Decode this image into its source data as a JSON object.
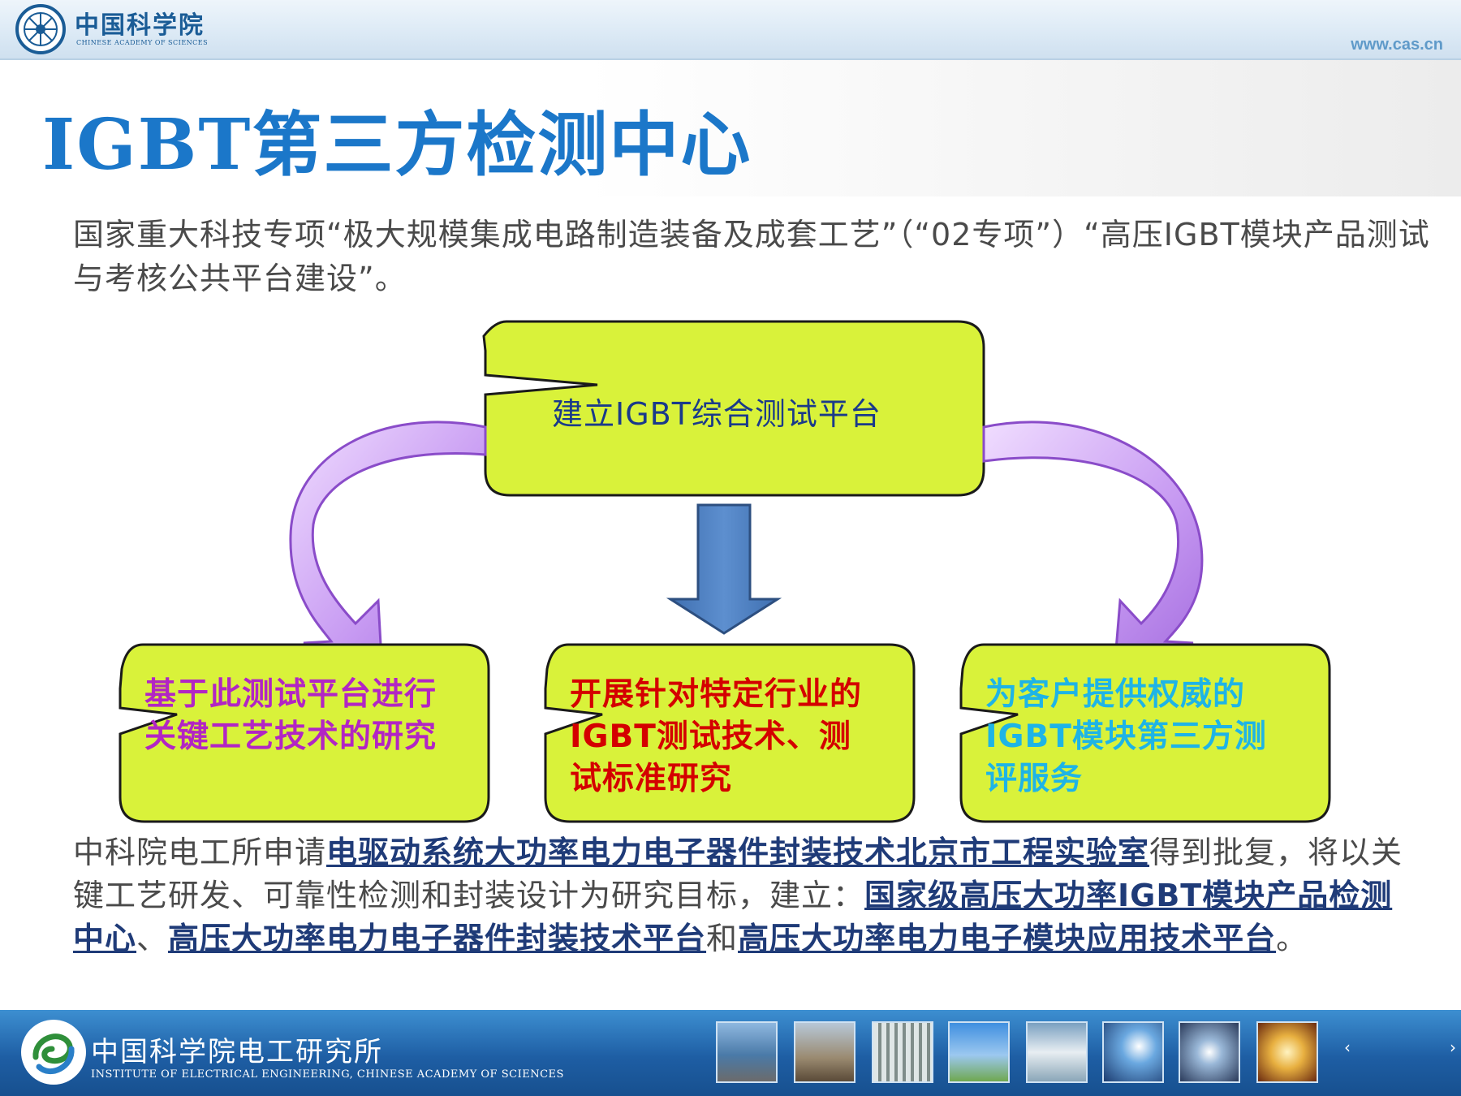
{
  "header": {
    "org_name_cn": "中国科学院",
    "org_name_en": "CHINESE ACADEMY OF SCIENCES",
    "website": "www.cas.cn"
  },
  "title": "IGBT第三方检测中心",
  "intro": "国家重大科技专项“极大规模集成电路制造装备及成套工艺”（“02专项”）“高压IGBT模块产品测试与考核公共平台建设”。",
  "diagram": {
    "top_box": "建立IGBT综合测试平台",
    "left_box": "基于此测试平台进行关键工艺技术的研究",
    "middle_box": "开展针对特定行业的IGBT测试技术、测试标准研究",
    "right_box": "为客户提供权威的IGBT模块第三方测评服务",
    "colors": {
      "box_fill": "#d9f23a",
      "left_text": "#b225c4",
      "middle_text": "#d40000",
      "right_text": "#1eb4e6",
      "down_arrow": "#4f7fbf",
      "curved_arrow": "#c79af2"
    }
  },
  "paragraph": {
    "part1": "中科院电工所申请",
    "link1": "电驱动系统大功率电力电子器件封装技术北京市工程实验室",
    "part2": "得到批复，将以关键工艺研发、可靠性检测和封装设计为研究目标，建立：",
    "link2": "国家级高压大功率IGBT模块产品检测中心",
    "part3": "、",
    "link3": "高压大功率电力电子器件封装技术平台",
    "part4": "和",
    "link4": "高压大功率电力电子模块应用技术平台",
    "part5": "。"
  },
  "footer": {
    "institute_cn": "中国科学院电工研究所",
    "institute_en": "INSTITUTE OF ELECTRICAL ENGINEERING, CHINESE ACADEMY OF SCIENCES",
    "nav_prev": "‹",
    "nav_next": "›"
  }
}
